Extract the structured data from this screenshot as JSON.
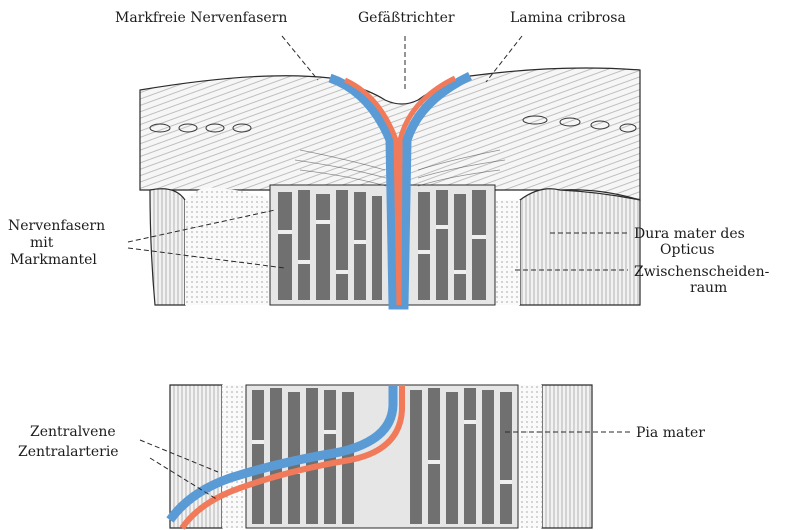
{
  "labels": {
    "markfreie_nervenfasern": "Markfreie Nervenfasern",
    "gefaesstrichter": "Gefäßtrichter",
    "lamina_cribrosa": "Lamina cribrosa",
    "nervenfasern_line1": "Nervenfasern",
    "nervenfasern_line2": "mit",
    "nervenfasern_line3": "Markmantel",
    "dura_line1": "Dura mater des",
    "dura_line2": "Opticus",
    "zwischen_line1": "Zwischenscheiden-",
    "zwischen_line2": "raum",
    "zentralvene": "Zentralvene",
    "zentralarterie": "Zentralarterie",
    "pia_mater": "Pia mater"
  },
  "colors": {
    "vein": "#5b9bd5",
    "artery": "#f07a5a",
    "outline": "#2b2b2b",
    "tissue": "#f4f4f4"
  }
}
